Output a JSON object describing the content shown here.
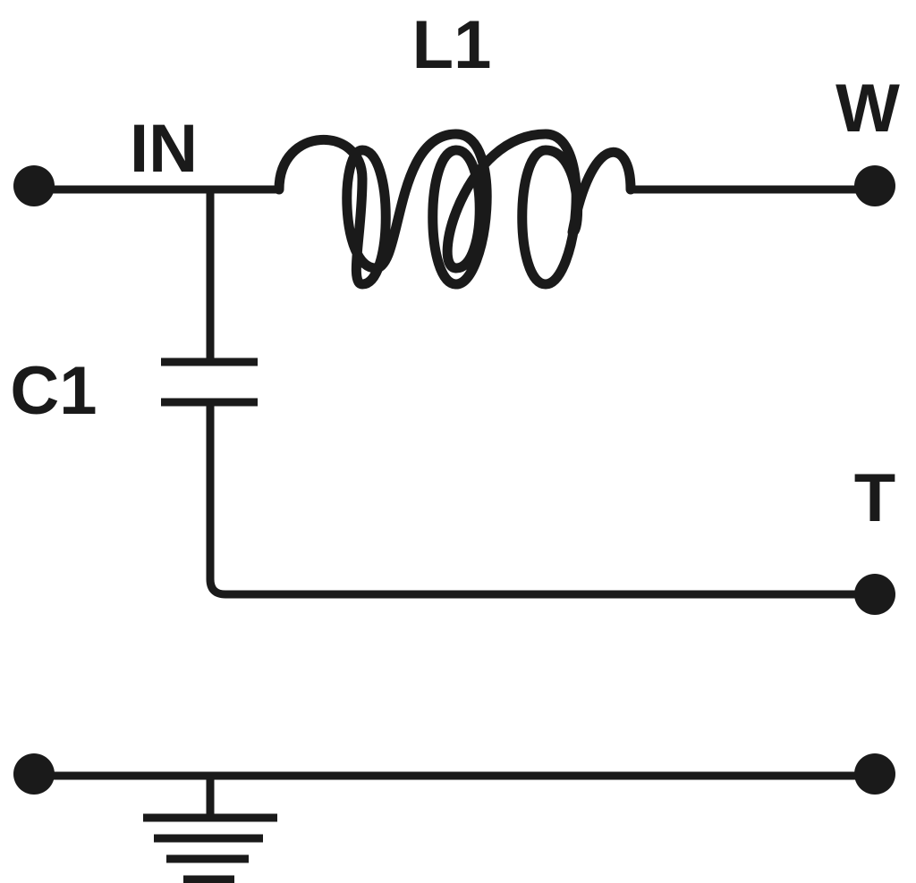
{
  "labels": {
    "input": "IN",
    "inductor": "L1",
    "capacitor": "C1",
    "output_w": "W",
    "output_t": "T"
  },
  "colors": {
    "ink": "#1a1a1a",
    "background": "#ffffff"
  },
  "components": {
    "inductor": "inductor-coil-icon",
    "capacitor": "capacitor-icon",
    "ground": "ground-icon"
  }
}
